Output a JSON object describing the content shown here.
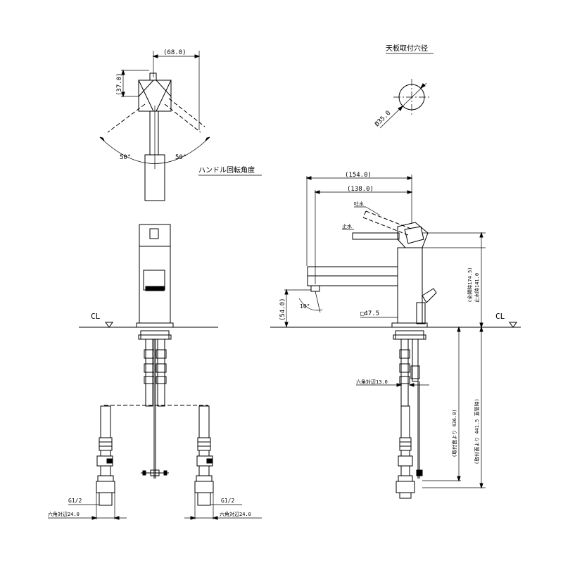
{
  "labels": {
    "mounting_hole": "天板取付穴径",
    "handle_rotation": "ハンドル回転角度",
    "spout_open": "吐水",
    "spout_stop": "止水",
    "cl_left": "CL",
    "cl_right": "CL",
    "thread_left": "G1/2",
    "thread_right": "G1/2",
    "hex_left": "六角対辺24.0",
    "hex_right": "六角対辺24.0",
    "hex_mid": "六角対辺13.0"
  },
  "dimensions": {
    "top_width": "(68.0)",
    "top_height": "(37.0)",
    "hole_dia": "Ø35.0",
    "angle_left": "50°",
    "angle_right": "50°",
    "reach_total": "(154.0)",
    "reach_spout": "(138.0)",
    "spout_height": "(54.0)",
    "spout_angle": "10°",
    "body_square": "□47.5",
    "height_full_open": "(全開時174.5)",
    "height_stop": "止水時141.0",
    "pipe_length": "(取付面より 436.0)",
    "pipe_length_straight": "(取付面より 441.5 直管時)"
  }
}
